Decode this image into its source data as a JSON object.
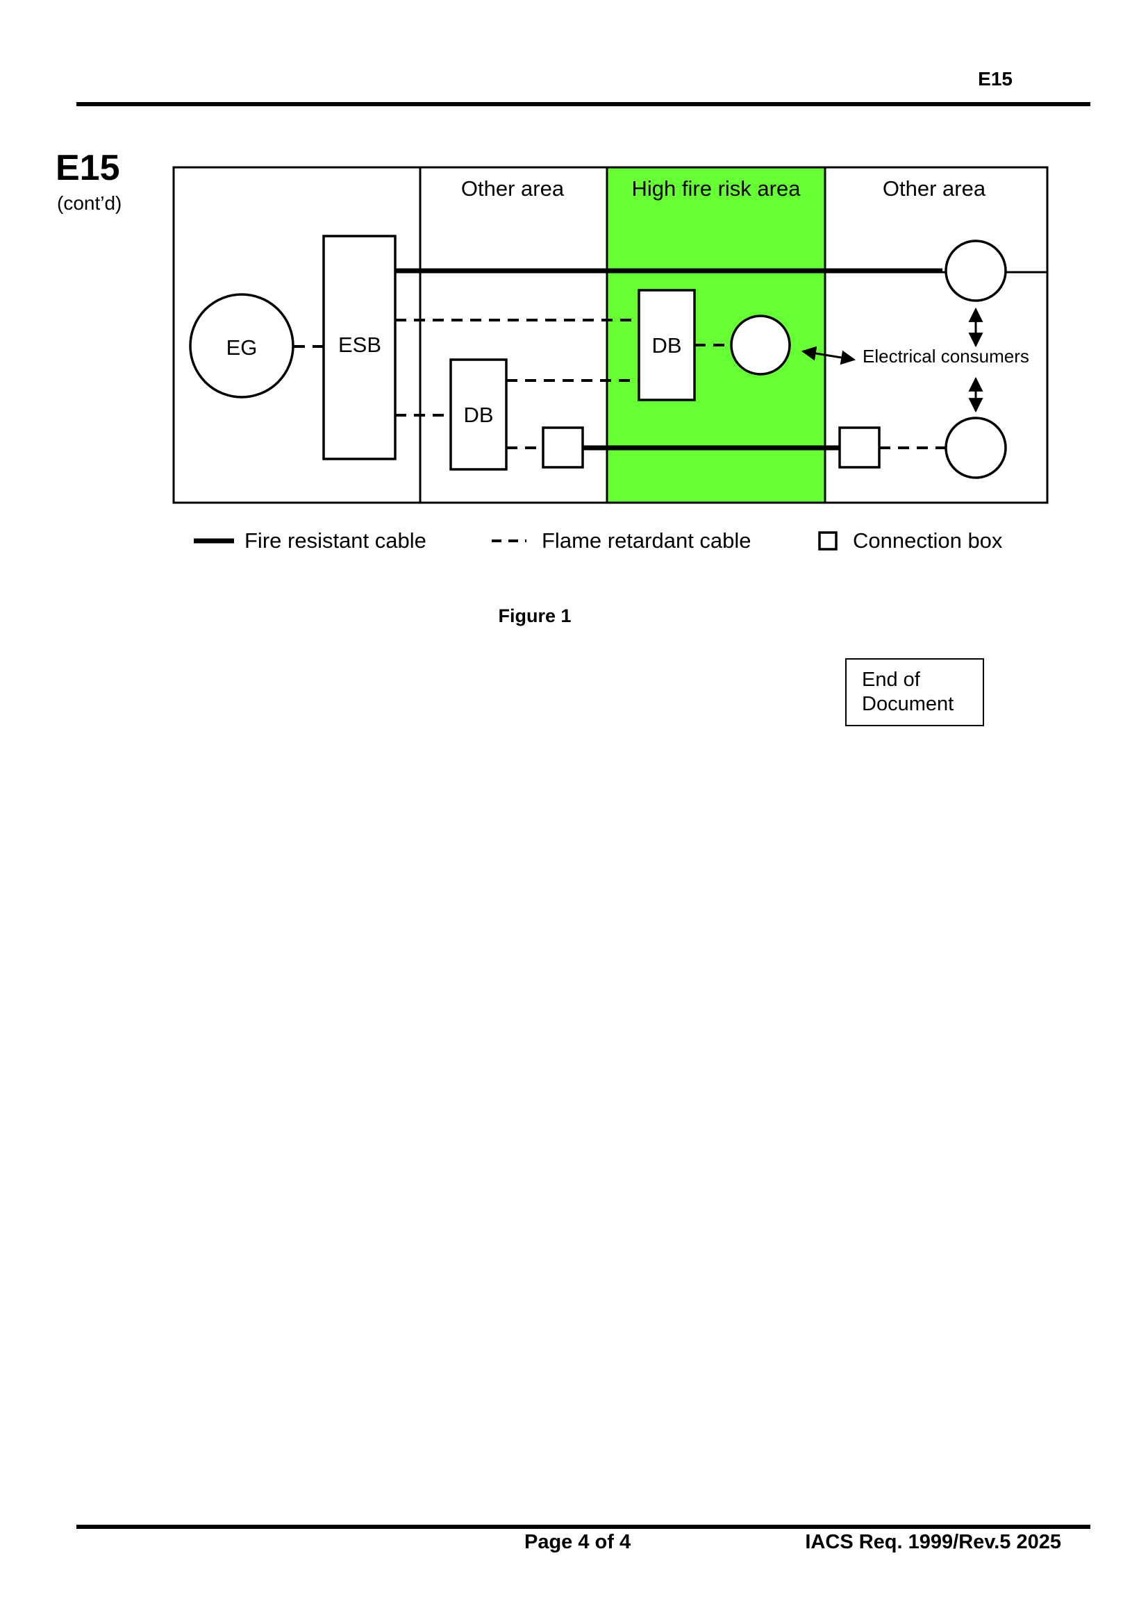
{
  "header": {
    "code": "E15"
  },
  "section": {
    "code": "E15",
    "continued": "(cont’d)"
  },
  "figure": {
    "areas": {
      "other_left": "Other area",
      "high_risk": "High fire risk area",
      "other_right": "Other area"
    },
    "labels": {
      "generator": "EG",
      "switchboard": "ESB",
      "db_other": "DB",
      "db_high": "DB",
      "consumers": "Electrical consumers"
    },
    "legend": {
      "fire_resistant": "Fire resistant cable",
      "flame_retardant": "Flame retardant cable",
      "connection_box": "Connection box"
    },
    "colors": {
      "high_risk_fill": "#66ff33",
      "line": "#000000"
    },
    "caption": "Figure 1"
  },
  "end_note": {
    "line1": "End of",
    "line2": "Document"
  },
  "footer": {
    "page": "Page 4 of 4",
    "doc": "IACS Req. 1999/Rev.5 2025"
  }
}
